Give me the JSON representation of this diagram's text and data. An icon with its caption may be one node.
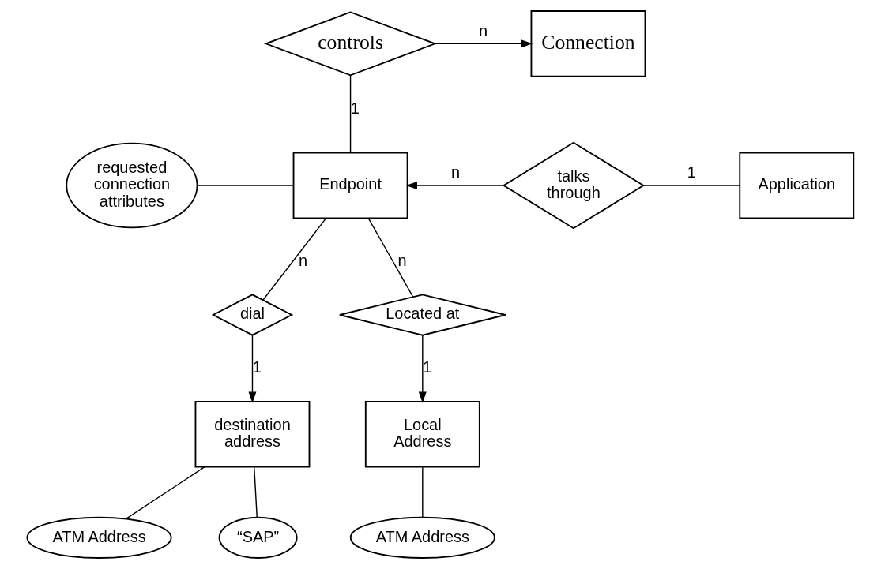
{
  "diagram": {
    "nodes": [
      {
        "text": [
          "controls"
        ]
      },
      {
        "text": [
          "Connection"
        ]
      },
      {
        "text": [
          "requested connection attributes"
        ]
      },
      {
        "text": [
          "Endpoint"
        ]
      },
      {
        "text": [
          "talks through"
        ]
      },
      {
        "text": [
          "Application"
        ]
      },
      {
        "text": [
          "dial"
        ]
      },
      {
        "text": [
          "Located at"
        ]
      },
      {
        "text": [
          "destination address"
        ]
      },
      {
        "text": [
          "Local Address"
        ]
      },
      {
        "text": [
          "ATM Address"
        ]
      },
      {
        "text": [
          "“SAP”"
        ]
      },
      {
        "text": [
          "ATM Address"
        ]
      }
    ],
    "edges": [
      {
        "from": 0,
        "to": 3,
        "arrow": "none",
        "label": "1"
      },
      {
        "from": 0,
        "to": 1,
        "arrow": "to",
        "label": "n"
      },
      {
        "from": 2,
        "to": 3,
        "arrow": "none"
      },
      {
        "from": 4,
        "to": 3,
        "arrow": "to",
        "label": "n"
      },
      {
        "from": 4,
        "to": 5,
        "arrow": "none",
        "label": "1"
      },
      {
        "from": 3,
        "to": 6,
        "arrow": "none",
        "label": "n"
      },
      {
        "from": 3,
        "to": 7,
        "arrow": "none",
        "label": "n"
      },
      {
        "from": 6,
        "to": 8,
        "arrow": "to",
        "label": "1"
      },
      {
        "from": 7,
        "to": 9,
        "arrow": "to",
        "label": "1"
      },
      {
        "from": 8,
        "to": 10,
        "arrow": "none"
      },
      {
        "from": 8,
        "to": 11,
        "arrow": "none"
      },
      {
        "from": 9,
        "to": 12,
        "arrow": "none"
      }
    ]
  }
}
